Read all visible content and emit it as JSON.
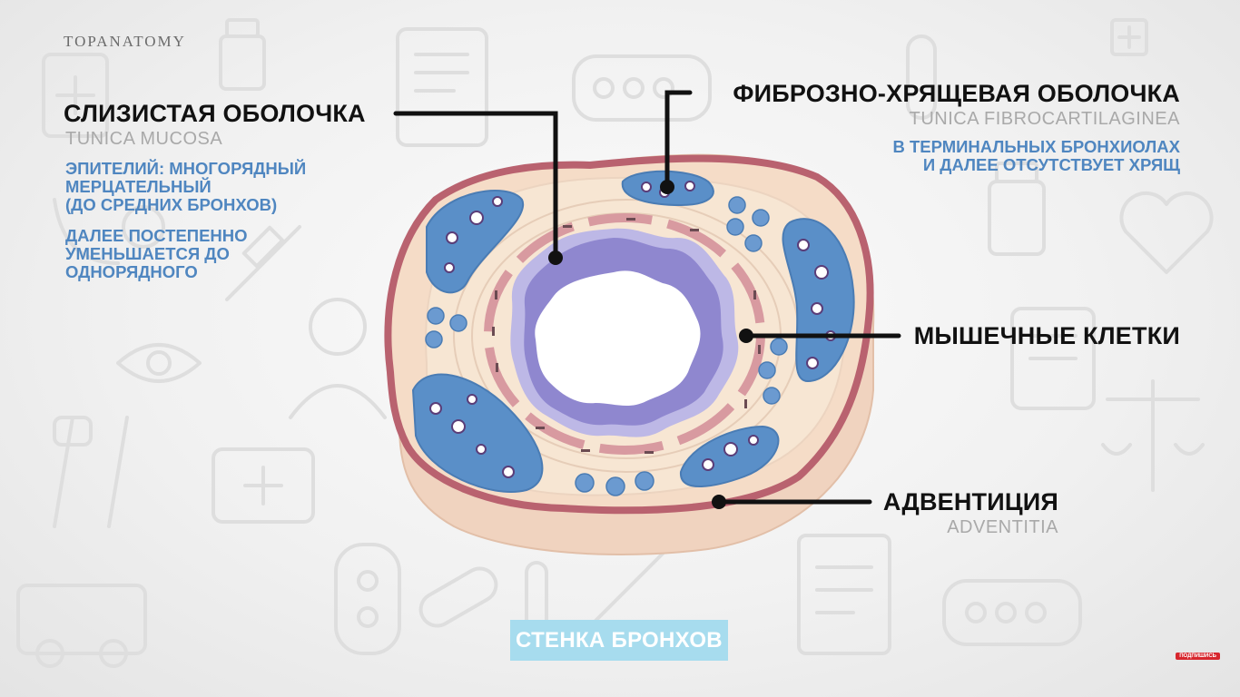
{
  "logo": "TOPANATOMY",
  "labels": {
    "mucosa": {
      "title": "СЛИЗИСТАЯ ОБОЛОЧКА",
      "latin": "TUNICA MUCOSA",
      "note1": "ЭПИТЕЛИЙ: МНОГОРЯДНЫЙ\nМЕРЦАТЕЛЬНЫЙ\n(ДО СРЕДНИХ БРОНХОВ)",
      "note2": "ДАЛЕЕ ПОСТЕПЕННО\nУМЕНЬШАЕТСЯ ДО\nОДНОРЯДНОГО"
    },
    "fibrocartilaginea": {
      "title": "ФИБРОЗНО-ХРЯЩЕВАЯ ОБОЛОЧКА",
      "latin": "TUNICA FIBROCARTILAGINEA",
      "note": "В ТЕРМИНАЛЬНЫХ БРОНХИОЛАХ\nИ ДАЛЕЕ ОТСУТСТВУЕТ ХРЯЩ"
    },
    "muscle": {
      "title": "МЫШЕЧНЫЕ КЛЕТКИ"
    },
    "adventitia": {
      "title": "АДВЕНТИЦИЯ",
      "latin": "ADVENTITIA"
    }
  },
  "caption": "СТЕНКА БРОНХОВ",
  "subscribe_badge": "ПОДПИШИСЬ",
  "colors": {
    "adventitia_fill": "#f0d3bf",
    "adventitia_edge": "#b9626f",
    "submucosa_fill": "#f7e6d3",
    "muscle": "#d89aa0",
    "mucosa_dark": "#8f87cf",
    "mucosa_light": "#bdb8e6",
    "cartilage": "#5a8fc8",
    "leader_line": "#111111",
    "note_text": "#4f86c0",
    "caption_bg": "#a7dcee"
  }
}
